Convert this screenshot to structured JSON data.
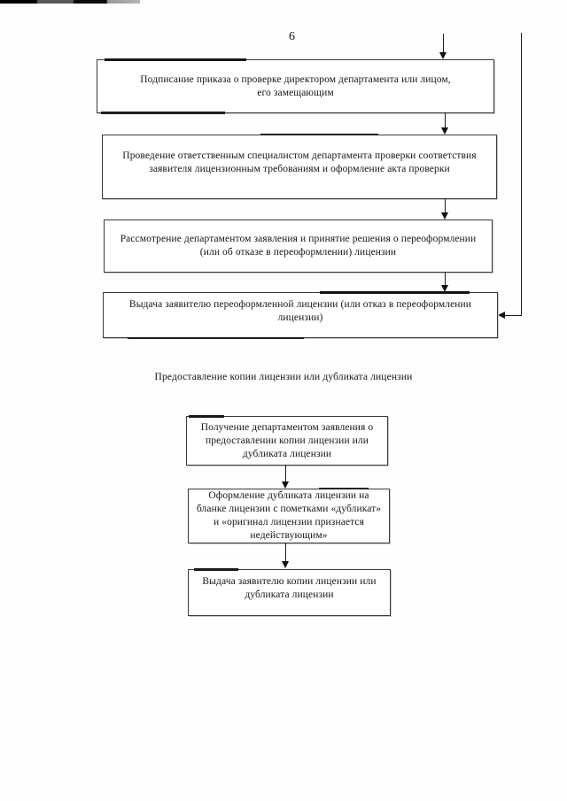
{
  "page": {
    "number": "6"
  },
  "flowchart": {
    "upper_steps": [
      {
        "label": [
          "Подписание приказа о проверке директором департамента или лицом,",
          "его замещающим"
        ]
      },
      {
        "label": [
          "Проведение ответственным специалистом департамента проверки соответствия",
          "заявителя лицензионным требованиям и оформление акта проверки"
        ]
      },
      {
        "label": [
          "Рассмотрение департаментом заявления и принятие решения о переоформлении",
          "(или об отказе в переоформлении) лицензии"
        ]
      },
      {
        "label": [
          "Выдача заявителю переоформленной лицензии (или отказ в переоформлении",
          "лицензии)"
        ]
      }
    ],
    "lower_section": {
      "title": "Предоставление копии лицензии или дубликата лицензии",
      "steps": [
        {
          "label": [
            "Получение департаментом заявления о",
            "предоставлении копии лицензии или",
            "дубликата лицензии"
          ]
        },
        {
          "label": [
            "Оформление дубликата лицензии на",
            "бланке лицензии с пометками «дубликат»",
            "и «оригинал лицензии признается",
            "недействующим»"
          ]
        },
        {
          "label": [
            "Выдача заявителю копии лицензии или",
            "дубликата лицензии"
          ]
        }
      ]
    }
  }
}
